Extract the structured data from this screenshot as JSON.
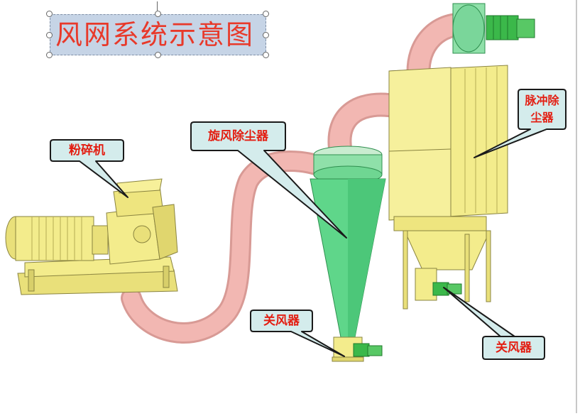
{
  "title": "风网系统示意图",
  "callouts": {
    "crusher": "粉碎机",
    "cyclone": "旋风除尘器",
    "pulse_line1": "脉冲除",
    "pulse_line2": "尘器",
    "airlock_left": "关风器",
    "airlock_right": "关风器"
  },
  "colors": {
    "machine_yellow": "#f3ec8c",
    "duct_pink": "#f2b7b2",
    "cyclone_green": "#5fd68a",
    "motor_green": "#3bb84a",
    "callout_fill": "#d4ecec",
    "callout_text": "#e31e12",
    "title_text": "#e8392a"
  }
}
